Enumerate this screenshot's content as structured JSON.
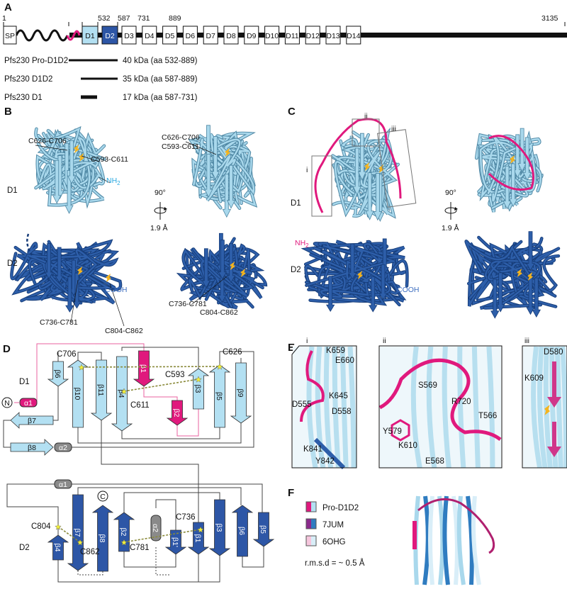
{
  "panels": {
    "a": "A",
    "b": "B",
    "c": "C",
    "d": "D",
    "e": "E",
    "f": "F"
  },
  "panel_a": {
    "ticks": [
      "1",
      "532",
      "587",
      "731",
      "889",
      "3135"
    ],
    "domains": [
      "SP",
      "D1",
      "D2",
      "D3",
      "D4",
      "D5",
      "D6",
      "D7",
      "D8",
      "D9",
      "D10",
      "D11",
      "D12",
      "D13",
      "D14"
    ],
    "constructs": [
      {
        "name": "Pfs230 Pro-D1D2",
        "info": "40 kDa (aa 532-889)"
      },
      {
        "name": "Pfs230 D1D2",
        "info": "35 kDa (aa 587-889)"
      },
      {
        "name": "Pfs230 D1",
        "info": "17 kDa (aa 587-731)"
      }
    ]
  },
  "panel_b": {
    "d1": "D1",
    "d2": "D2",
    "nh2": "NH",
    "nh2_sub": "2",
    "cooh": "COOH",
    "rotation": "90°",
    "rmsd": "1.9 Å",
    "left_labels": [
      "C626-C706",
      "C593-C611",
      "C736-C781",
      "C804-C862"
    ],
    "right_labels": [
      "C626-C706",
      "C593-C611",
      "C736-C781",
      "C804-C862"
    ]
  },
  "panel_c": {
    "d1": "D1",
    "d2": "D2",
    "nh2": "NH",
    "nh2_sub": "2",
    "cooh": "COOH",
    "rotation": "90°",
    "rmsd": "1.9 Å",
    "insets": [
      "i",
      "ii",
      "iii"
    ]
  },
  "panel_d": {
    "d1": "D1",
    "d2": "D2",
    "n_term": "N",
    "c_term": "C",
    "d1_elements": [
      "β6",
      "β10",
      "β11",
      "β4",
      "β1",
      "β3",
      "β5",
      "β9",
      "β2",
      "β7",
      "β8",
      "α1",
      "α2"
    ],
    "d2_elements": [
      "α1",
      "β7",
      "β8",
      "β2",
      "α2",
      "β1'",
      "β1",
      "β3",
      "β6",
      "β5",
      "β4"
    ],
    "cys": [
      "C706",
      "C626",
      "C593",
      "C611",
      "C804",
      "C862",
      "C781",
      "C736"
    ]
  },
  "panel_e": {
    "insets": [
      "i",
      "ii",
      "iii"
    ],
    "i": [
      "K659",
      "E660",
      "K645",
      "D555",
      "D558",
      "K841",
      "Y842"
    ],
    "ii": [
      "S569",
      "R720",
      "T566",
      "Y579",
      "K610",
      "E568"
    ],
    "iii": [
      "D580",
      "K609"
    ]
  },
  "panel_f": {
    "legend": [
      {
        "label": "Pro-D1D2",
        "c1": "#e0197d",
        "c2": "#b3e0f2"
      },
      {
        "label": "7JUM",
        "c1": "#8b2a8c",
        "c2": "#2f7cc0"
      },
      {
        "label": "6OHG",
        "c1": "#f6c6dd",
        "c2": "#d9eef8"
      }
    ],
    "rmsd": "r.m.s.d = ~ 0.5 Å"
  },
  "colors": {
    "d1": "#b3e0f2",
    "d2": "#2d56a6",
    "pro": "#e0197d",
    "disulfide": "#f5b41e",
    "nh2_b": "#29a8e0",
    "cooh": "#3f6fc0",
    "helix": "#8a8a8a"
  }
}
